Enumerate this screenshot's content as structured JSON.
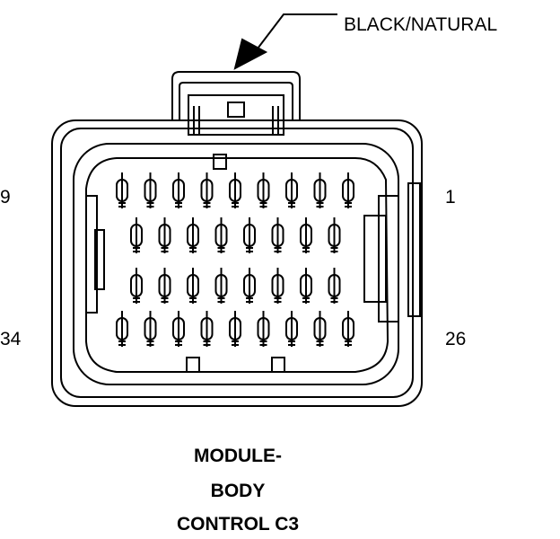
{
  "connector": {
    "color_label": "BLACK/NATURAL",
    "title_lines": [
      "MODULE-",
      "BODY",
      "CONTROL C3"
    ],
    "pin_labels": {
      "top_left": "9",
      "top_right": "1",
      "bottom_left": "34",
      "bottom_right": "26"
    },
    "pin_rows": [
      9,
      8,
      8,
      9
    ]
  }
}
